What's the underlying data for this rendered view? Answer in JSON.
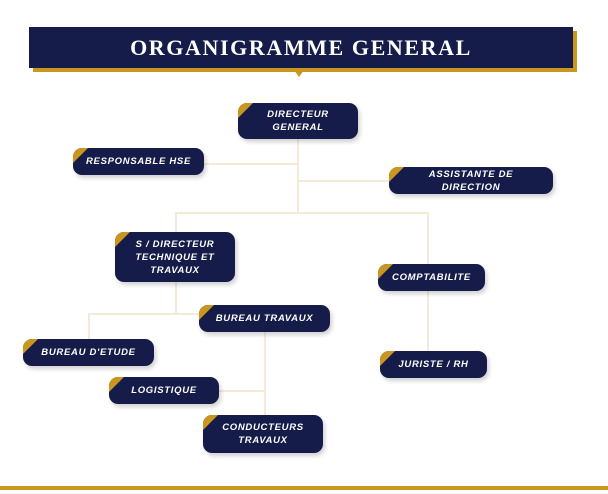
{
  "chart_title": "ORGANIGRAMME GENERAL",
  "colors": {
    "navy": "#161C4A",
    "gold": "#C9971F",
    "connector": "#F3EBD7",
    "background": "#FFFFFF",
    "text": "#FFFFFF"
  },
  "nodes": {
    "directeur_general": "DIRECTEUR\nGENERAL",
    "responsable_hse": "RESPONSABLE HSE",
    "assistante_de_direction": "ASSISTANTE DE DIRECTION",
    "sous_directeur_technique": "S / DIRECTEUR\nTECHNIQUE ET\nTRAVAUX",
    "comptabilite": "COMPTABILITE",
    "bureau_travaux": "BUREAU  TRAVAUX",
    "bureau_detude": "BUREAU D'ETUDE",
    "juriste_rh": "JURISTE / RH",
    "logistique": "LOGISTIQUE",
    "conducteurs_travaux": "CONDUCTEURS\nTRAVAUX"
  },
  "chart_data": {
    "type": "diagram",
    "title": "ORGANIGRAMME GENERAL",
    "hierarchy": [
      {
        "id": "directeur_general",
        "label": "DIRECTEUR GENERAL",
        "level": 0,
        "parent": null
      },
      {
        "id": "responsable_hse",
        "label": "RESPONSABLE HSE",
        "level": 1,
        "parent": "directeur_general"
      },
      {
        "id": "assistante_de_direction",
        "label": "ASSISTANTE DE DIRECTION",
        "level": 1,
        "parent": "directeur_general"
      },
      {
        "id": "sous_directeur_technique",
        "label": "S / DIRECTEUR TECHNIQUE ET TRAVAUX",
        "level": 2,
        "parent": "directeur_general"
      },
      {
        "id": "comptabilite",
        "label": "COMPTABILITE",
        "level": 2,
        "parent": "directeur_general"
      },
      {
        "id": "juriste_rh",
        "label": "JURISTE / RH",
        "level": 3,
        "parent": "directeur_general"
      },
      {
        "id": "bureau_detude",
        "label": "BUREAU D'ETUDE",
        "level": 3,
        "parent": "sous_directeur_technique"
      },
      {
        "id": "bureau_travaux",
        "label": "BUREAU  TRAVAUX",
        "level": 3,
        "parent": "sous_directeur_technique"
      },
      {
        "id": "logistique",
        "label": "LOGISTIQUE",
        "level": 4,
        "parent": "bureau_travaux"
      },
      {
        "id": "conducteurs_travaux",
        "label": "CONDUCTEURS TRAVAUX",
        "level": 4,
        "parent": "bureau_travaux"
      }
    ]
  }
}
